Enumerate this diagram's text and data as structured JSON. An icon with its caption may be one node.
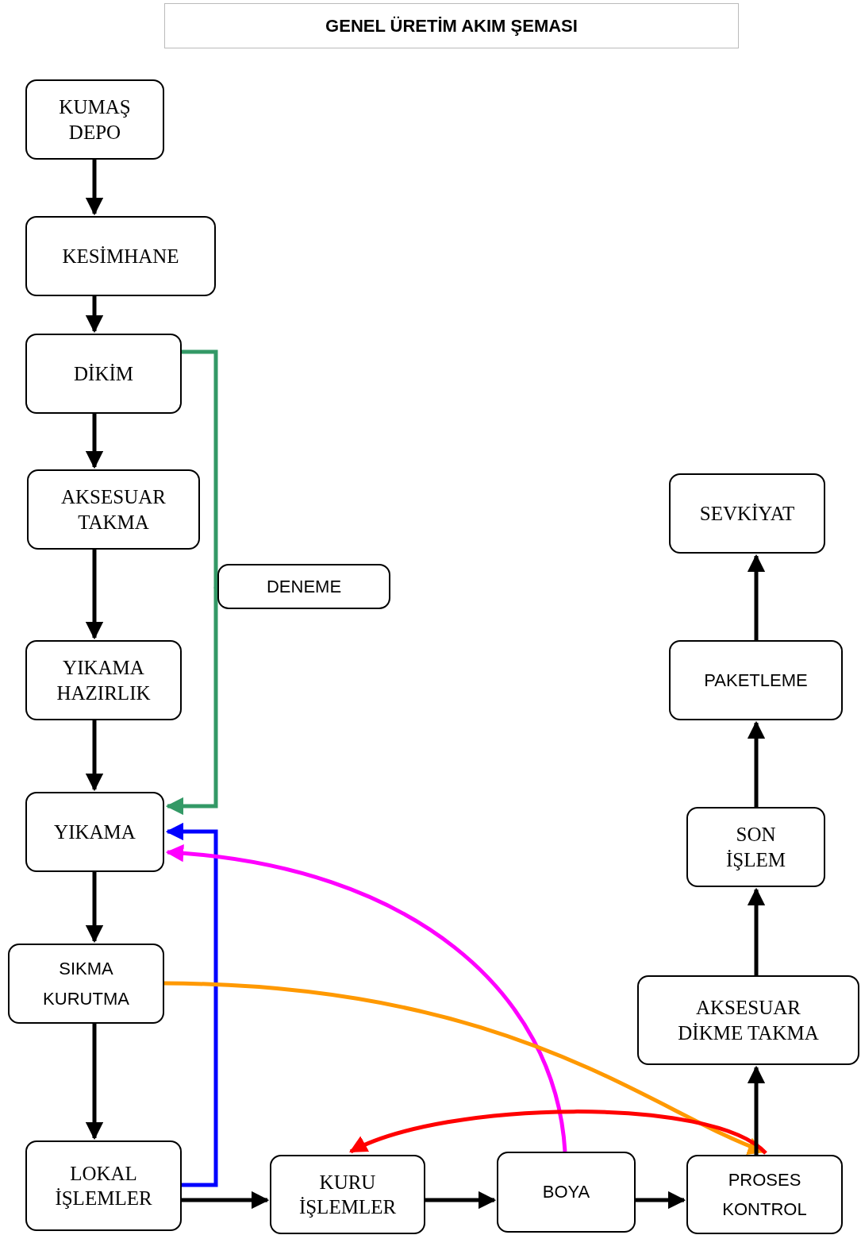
{
  "diagram": {
    "title": "GENEL ÜRETİM AKIM ŞEMASI",
    "nodes": [
      {
        "text": [
          "KUMAŞ DEPO"
        ]
      },
      {
        "text": [
          "KESİMHANE"
        ]
      },
      {
        "text": [
          "DİKİM"
        ]
      },
      {
        "text": [
          "AKSESUAR TAKMA"
        ]
      },
      {
        "text": [
          "DENEME"
        ]
      },
      {
        "text": [
          "YIKAMA HAZIRLIK"
        ]
      },
      {
        "text": [
          "YIKAMA"
        ]
      },
      {
        "text": [
          "SIKMA KURUTMA"
        ]
      },
      {
        "text": [
          "LOKAL İŞLEMLER"
        ]
      },
      {
        "text": [
          "KURU İŞLEMLER"
        ]
      },
      {
        "text": [
          "BOYA"
        ]
      },
      {
        "text": [
          "PROSES KONTROL"
        ]
      },
      {
        "text": [
          "AKSESUAR DİKME TAKMA"
        ]
      },
      {
        "text": [
          "SON İŞLEM"
        ]
      },
      {
        "text": [
          "PAKETLEME"
        ]
      },
      {
        "text": [
          "SEVKİYAT"
        ]
      }
    ],
    "edges": [
      {
        "from": 0,
        "to": 1,
        "arrow": "to"
      },
      {
        "from": 1,
        "to": 2,
        "arrow": "to"
      },
      {
        "from": 2,
        "to": 3,
        "arrow": "to"
      },
      {
        "from": 3,
        "to": 5,
        "arrow": "to"
      },
      {
        "from": 5,
        "to": 6,
        "arrow": "to"
      },
      {
        "from": 6,
        "to": 7,
        "arrow": "to"
      },
      {
        "from": 7,
        "to": 8,
        "arrow": "to"
      },
      {
        "from": 2,
        "to": 4,
        "arrow": "none",
        "color": "#339966"
      },
      {
        "from": 4,
        "to": 6,
        "arrow": "to",
        "color": "#339966"
      },
      {
        "from": 8,
        "to": 6,
        "arrow": "to",
        "color": "#0000ff"
      },
      {
        "from": 10,
        "to": 6,
        "arrow": "to",
        "color": "#ff00ff"
      },
      {
        "from": 7,
        "to": 11,
        "arrow": "to",
        "color": "#ff9900"
      },
      {
        "from": 11,
        "to": 9,
        "arrow": "to",
        "color": "#ff0000"
      },
      {
        "from": 8,
        "to": 9,
        "arrow": "to"
      },
      {
        "from": 9,
        "to": 10,
        "arrow": "to"
      },
      {
        "from": 10,
        "to": 11,
        "arrow": "to"
      },
      {
        "from": 11,
        "to": 12,
        "arrow": "to"
      },
      {
        "from": 12,
        "to": 13,
        "arrow": "to"
      },
      {
        "from": 13,
        "to": 14,
        "arrow": "to"
      },
      {
        "from": 14,
        "to": 15,
        "arrow": "to"
      }
    ]
  }
}
